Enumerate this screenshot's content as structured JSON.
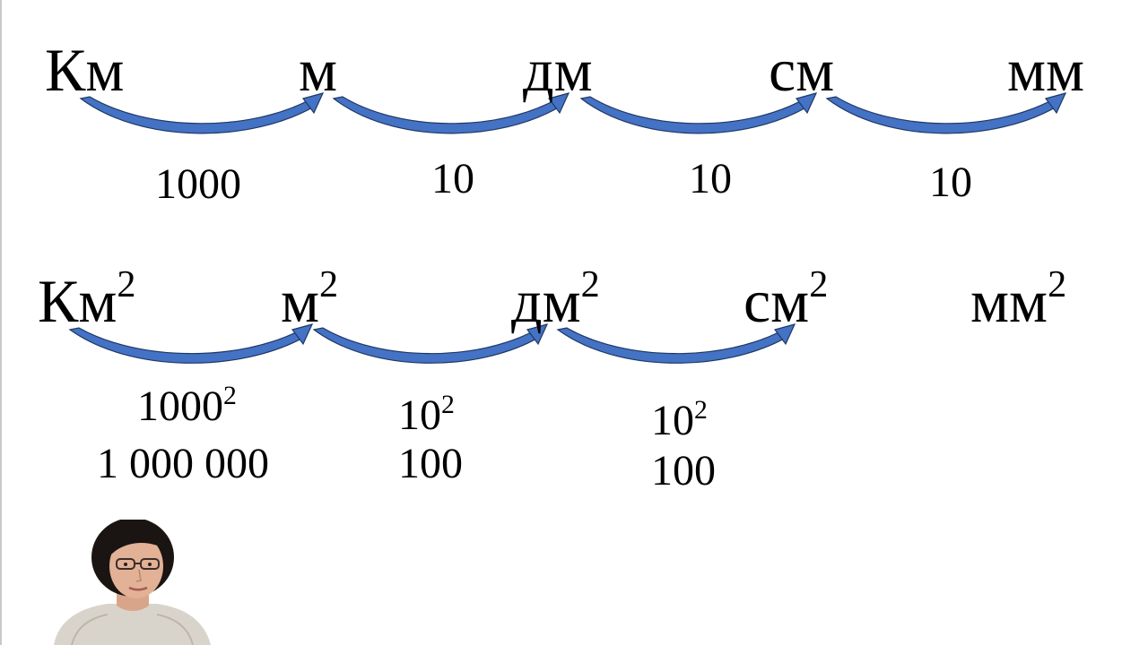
{
  "row1": {
    "units": [
      "Км",
      "м",
      "дм",
      "см",
      "мм"
    ],
    "factors": [
      "1000",
      "10",
      "10",
      "10"
    ]
  },
  "row2": {
    "units": [
      {
        "base": "Км",
        "exp": "2"
      },
      {
        "base": "м",
        "exp": "2"
      },
      {
        "base": "дм",
        "exp": "2"
      },
      {
        "base": "см",
        "exp": "2"
      },
      {
        "base": "мм",
        "exp": "2"
      }
    ],
    "factors": [
      {
        "base": "1000",
        "exp": "2",
        "value": "1 000 000"
      },
      {
        "base": "10",
        "exp": "2",
        "value": "100"
      },
      {
        "base": "10",
        "exp": "2",
        "value": "100"
      }
    ]
  },
  "colors": {
    "arrow_fill": "#4472c4",
    "arrow_edge": "#1f3864",
    "text": "#000000"
  }
}
